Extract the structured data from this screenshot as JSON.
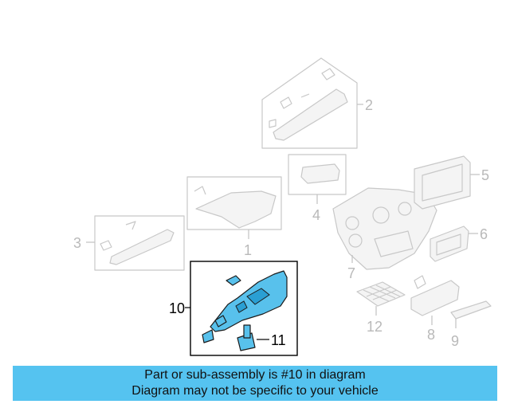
{
  "callouts": {
    "c1": "1",
    "c2": "2",
    "c3": "3",
    "c4": "4",
    "c5": "5",
    "c6": "6",
    "c7": "7",
    "c8": "8",
    "c9": "9",
    "c10": "10",
    "c11": "11",
    "c12": "12"
  },
  "banner": {
    "line1": "Part or sub-assembly is #10 in diagram",
    "line2": "Diagram may not be specific to your vehicle"
  },
  "colors": {
    "highlight": "#58c1ec",
    "banner": "#55c3f0",
    "ghost_line": "#c8c8c8"
  }
}
